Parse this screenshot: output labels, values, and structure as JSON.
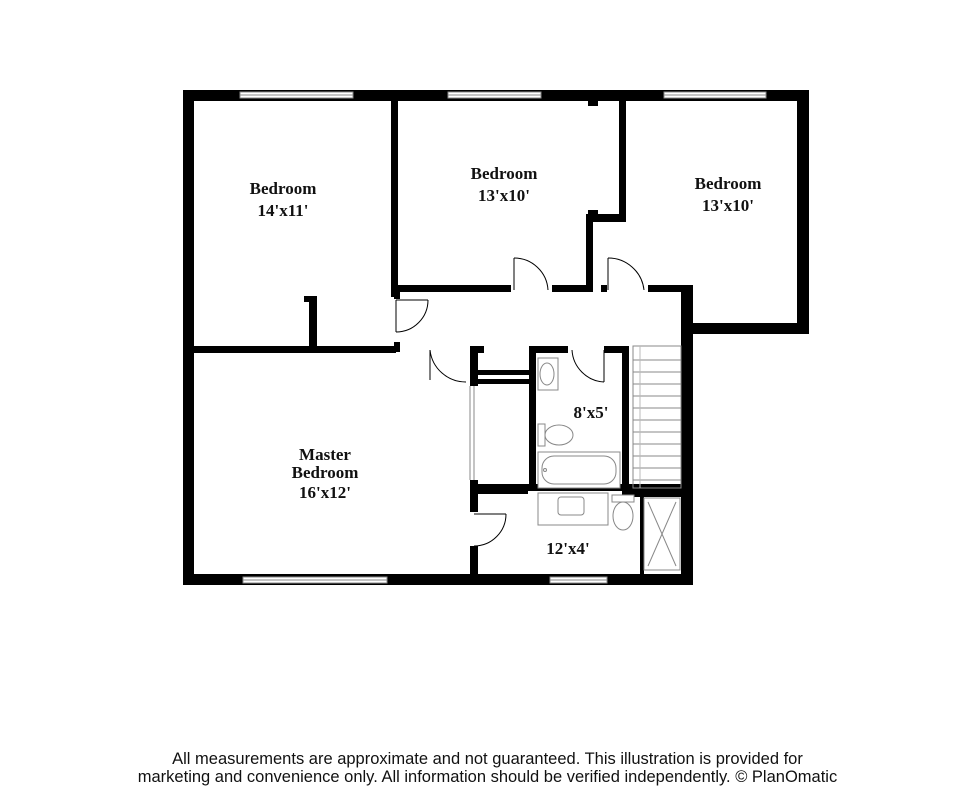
{
  "rooms": {
    "bedroom_1": {
      "name": "Bedroom",
      "size": "14'x11'"
    },
    "bedroom_2": {
      "name": "Bedroom",
      "size": "13'x10'"
    },
    "bedroom_3": {
      "name": "Bedroom",
      "size": "13'x10'"
    },
    "master": {
      "name_line1": "Master",
      "name_line2": "Bedroom",
      "size": "16'x12'"
    },
    "bath_hall": {
      "size": "8'x5'"
    },
    "bath_master": {
      "size": "12'x4'"
    }
  },
  "disclaimer": {
    "line1": "All measurements are approximate and not guaranteed. This illustration is provided for",
    "line2": "marketing and convenience only. All information should be verified independently. © PlanOmatic"
  },
  "colors": {
    "wall": "#000000",
    "fixture_line": "#888888",
    "text": "#111111"
  }
}
